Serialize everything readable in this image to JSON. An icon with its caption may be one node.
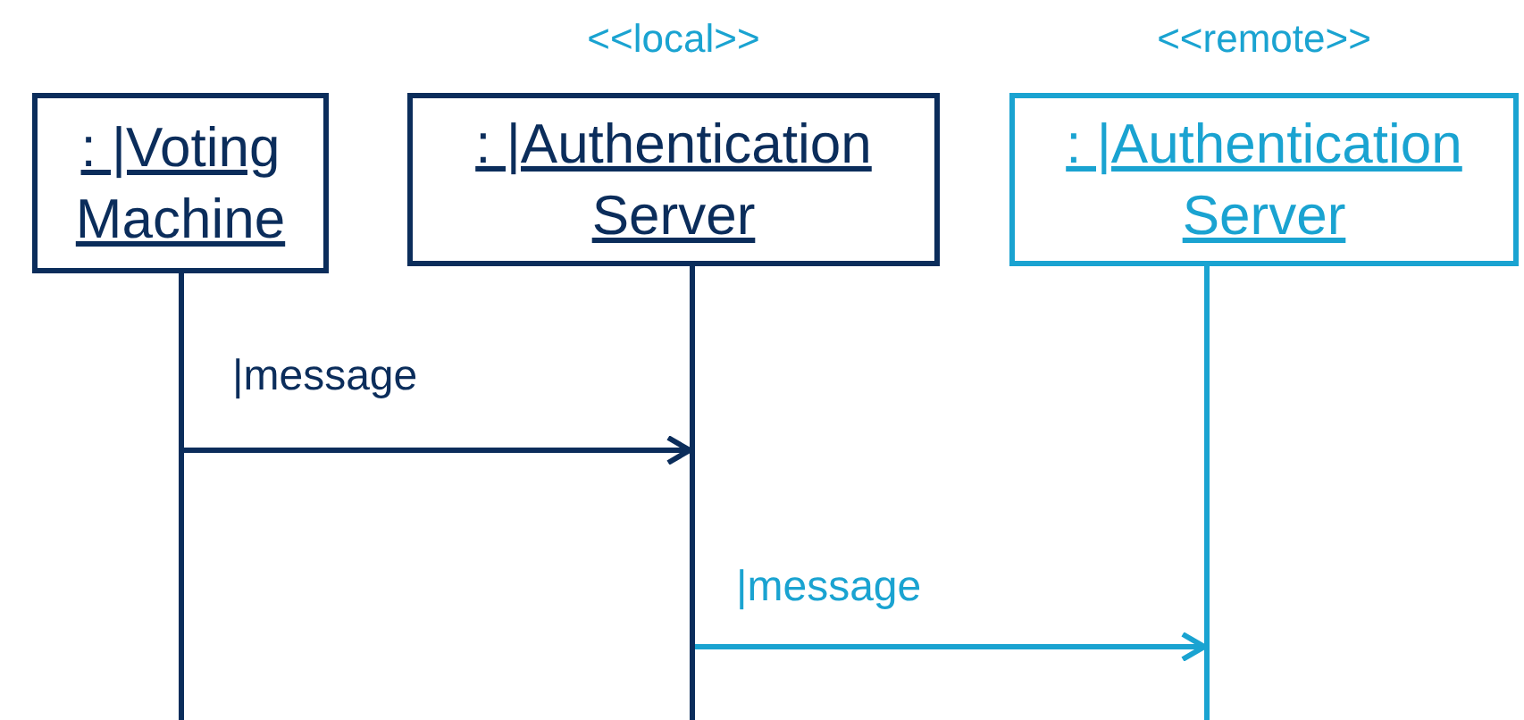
{
  "diagram": {
    "nodes": [
      {
        "text": [
          ": |Voting Machine"
        ]
      },
      {
        "text": [
          "<<local>>",
          ": |Authentication Server"
        ]
      },
      {
        "text": [
          "<<remote>>",
          ": |Authentication Server"
        ]
      },
      {
        "text": [],
        "shape": "line"
      },
      {
        "text": [],
        "shape": "line"
      },
      {
        "text": [],
        "shape": "line"
      }
    ],
    "edges": [
      {
        "from": 3,
        "to": 4,
        "arrow": "to",
        "label": "|message"
      },
      {
        "from": 4,
        "to": 5,
        "arrow": "to",
        "label": "|message",
        "color": "#1aa3d1"
      }
    ]
  }
}
